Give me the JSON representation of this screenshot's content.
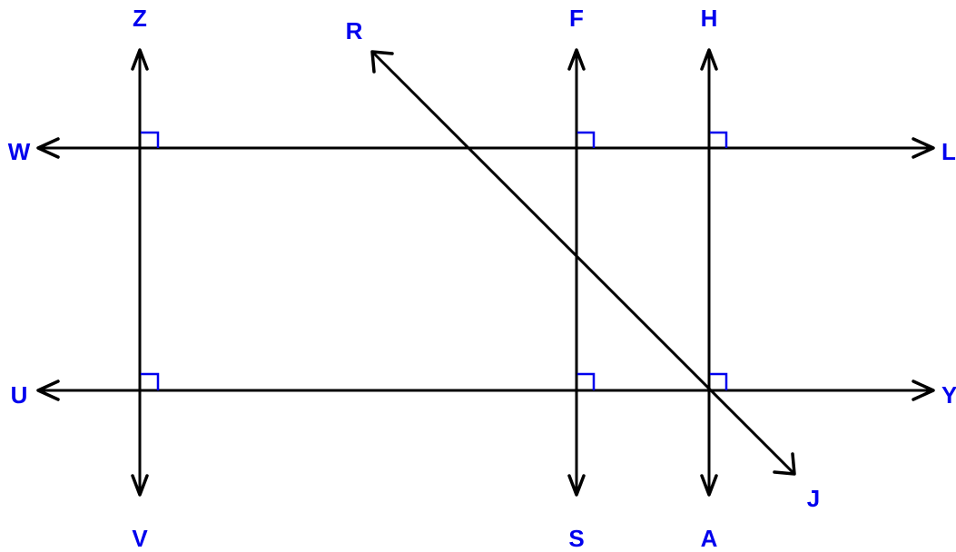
{
  "colors": {
    "line": "#000000",
    "label": "#0000ee",
    "right_angle_marker": "#0000ee",
    "background": "#ffffff"
  },
  "labels": {
    "Z": "Z",
    "V": "V",
    "R": "R",
    "J": "J",
    "F": "F",
    "S": "S",
    "H": "H",
    "A": "A",
    "W": "W",
    "L": "L",
    "U": "U",
    "Y": "Y"
  }
}
